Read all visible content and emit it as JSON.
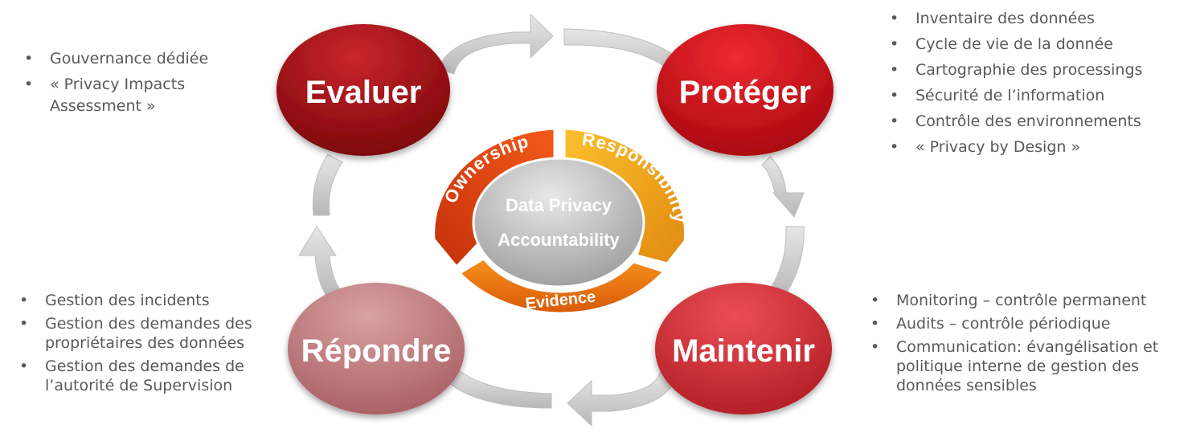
{
  "phases": {
    "evaluer": "Evaluer",
    "proteger": "Protéger",
    "maintenir": "Maintenir",
    "repondre": "Répondre"
  },
  "center": {
    "line1": "Data Privacy",
    "line2": "Accountability",
    "ring": {
      "ownership": "Ownership",
      "responsibility": "Responsibility",
      "evidence": "Evidence"
    }
  },
  "lists": {
    "evaluer": [
      "Gouvernance dédiée",
      "« Privacy Impacts Assessment »"
    ],
    "proteger": [
      "Inventaire des données",
      "Cycle de vie de la donnée",
      "Cartographie des processings",
      "Sécurité de l’information",
      "Contrôle des environnements",
      "« Privacy by Design »"
    ],
    "repondre": [
      "Gestion des incidents",
      "Gestion des demandes des propriétaires des données",
      "Gestion des demandes de l’autorité de Supervision"
    ],
    "maintenir": [
      "Monitoring – contrôle permanent",
      "Audits – contrôle périodique",
      "Communication: évangélisation et politique interne de gestion des données sensibles"
    ]
  },
  "colors": {
    "evaluer": "#a50e14",
    "proteger": "#d4101c",
    "maintenir": "#d8323c",
    "repondre": "#c07a7e",
    "ownership": "#e04a12",
    "responsibility": "#f5a623",
    "evidence": "#ee7a12",
    "arrow": "#c8c8c8",
    "text": "#595959"
  }
}
